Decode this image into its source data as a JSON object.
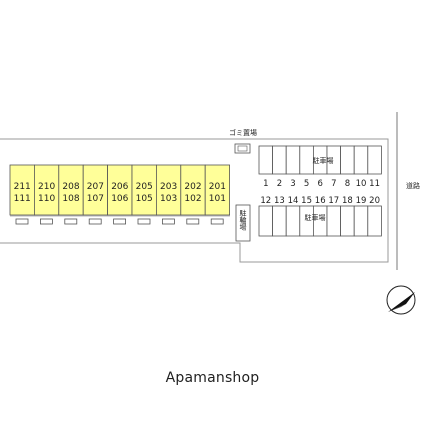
{
  "map": {
    "garbage_label": "ゴミ置場",
    "bicycle_parking_label": "駐輪場",
    "parking_label_top": "駐車場",
    "parking_label_bottom": "駐車場",
    "road_label": "道路",
    "north_indicator": "north-arrow-icon"
  },
  "building": {
    "units": [
      {
        "upper": "211",
        "lower": "111"
      },
      {
        "upper": "210",
        "lower": "110"
      },
      {
        "upper": "208",
        "lower": "108"
      },
      {
        "upper": "207",
        "lower": "107"
      },
      {
        "upper": "206",
        "lower": "106"
      },
      {
        "upper": "205",
        "lower": "105"
      },
      {
        "upper": "203",
        "lower": "103"
      },
      {
        "upper": "202",
        "lower": "102"
      },
      {
        "upper": "201",
        "lower": "101"
      }
    ],
    "unit_fill_color": "#ffff99"
  },
  "parking": {
    "top_row_numbers": [
      "1",
      "2",
      "3",
      "5",
      "6",
      "7",
      "8",
      "10",
      "11"
    ],
    "bottom_row_numbers": [
      "12",
      "13",
      "14",
      "15",
      "16",
      "17",
      "18",
      "19",
      "20"
    ]
  },
  "watermark": {
    "text": "Apamanshop"
  }
}
